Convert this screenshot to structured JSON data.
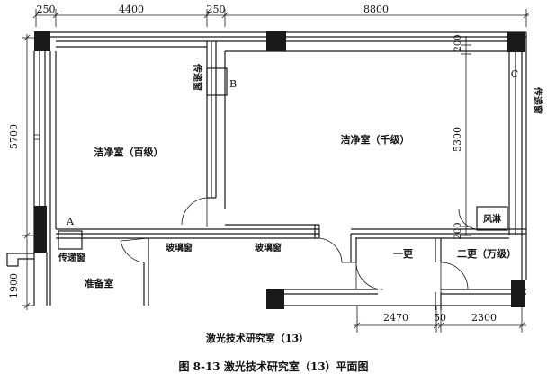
{
  "dimensions": {
    "top": [
      "250",
      "4400",
      "250",
      "8800"
    ],
    "left": [
      "5700",
      "1900"
    ],
    "right_inner": [
      "200",
      "5300",
      "200"
    ],
    "bottom": [
      "2470",
      "50",
      "2300"
    ]
  },
  "rooms": {
    "clean_100": "洁净室（百级）",
    "clean_1000": "洁净室（千级）",
    "prep": "准备室",
    "change_1": "一更",
    "change_2": "二更（万级）",
    "air_shower": "风淋"
  },
  "windows": {
    "pass_a": "传递窗",
    "pass_b": "传递窗",
    "pass_c": "传递窗",
    "glass_1": "玻璃窗",
    "glass_2": "玻璃窗"
  },
  "markers": {
    "a": "A",
    "b": "B",
    "c": "C"
  },
  "plan_title": "激光技术研究室（13）",
  "figure_caption": "图 8-13   激光技术研究室（13）平面图"
}
